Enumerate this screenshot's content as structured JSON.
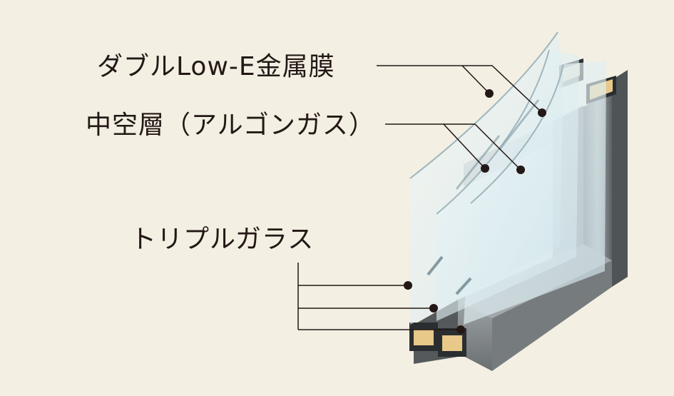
{
  "labels": {
    "low_e_coating": "ダブルLow-E金属膜",
    "hollow_layer": "中空層（アルゴンガス）",
    "triple_glass": "トリプルガラス"
  },
  "colors": {
    "background": "#f3efe3",
    "text": "#231815",
    "frame_dark": "#5f6366",
    "frame_mid": "#8d9295",
    "frame_light": "#b9bec1",
    "glass": "#dfeef2",
    "spacer": "#e8c98a"
  }
}
